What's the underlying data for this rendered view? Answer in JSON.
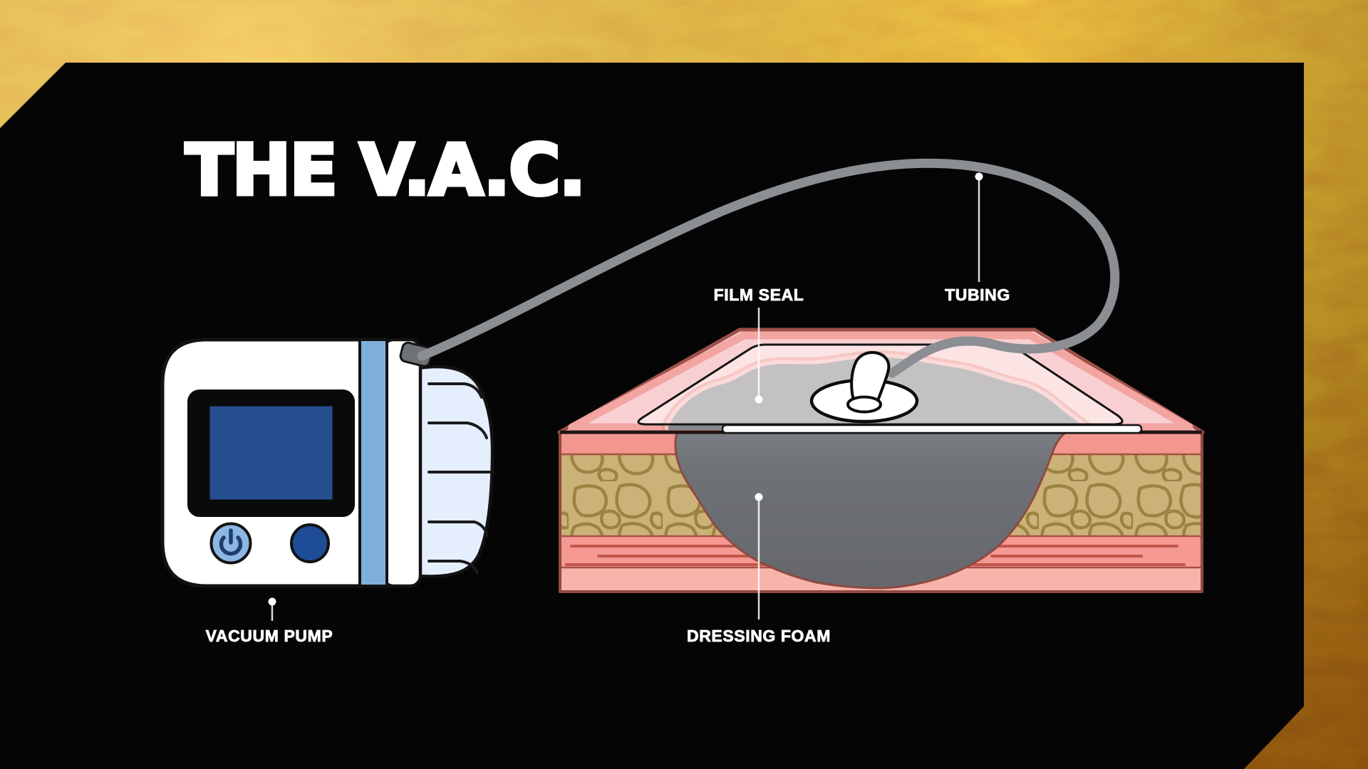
{
  "title": "THE V.A.C.",
  "callouts": {
    "film_seal": {
      "label": "FILM SEAL"
    },
    "tubing": {
      "label": "TUBING"
    },
    "vacuum_pump": {
      "label": "VACUUM PUMP"
    },
    "dressing_foam": {
      "label": "DRESSING FOAM"
    }
  },
  "icons": {
    "power_icon": "power-symbol"
  },
  "colors": {
    "background_gold_light": "#f0b049",
    "background_gold_dark": "#9f5c15",
    "panel_black": "#050505",
    "label_white": "#ffffff",
    "tube_gray": "#8b8e92",
    "foam_top_gray": "#85888c",
    "foam_front_gray": "#67696e",
    "skin_pink_light": "#f9d0d2",
    "skin_salmon": "#f2a5a1",
    "skin_strip": "#f2968e",
    "fat_tan": "#cbb278",
    "fat_line": "#9b813e",
    "muscle_salmon": "#f59992",
    "muscle_line": "#c2564a",
    "wound_outline": "#8e4a42",
    "pump_body_white": "#ffffff",
    "pump_screen_blue": "#254e90",
    "pump_stripe_blue": "#7fb0dc",
    "power_button_blue": "#8cb7e2",
    "power_glyph_navy": "#1e3e6e",
    "round_button_blue": "#1f4c96",
    "bellows_pale_blue": "#e5eefc",
    "film_edge_black": "#141414"
  }
}
